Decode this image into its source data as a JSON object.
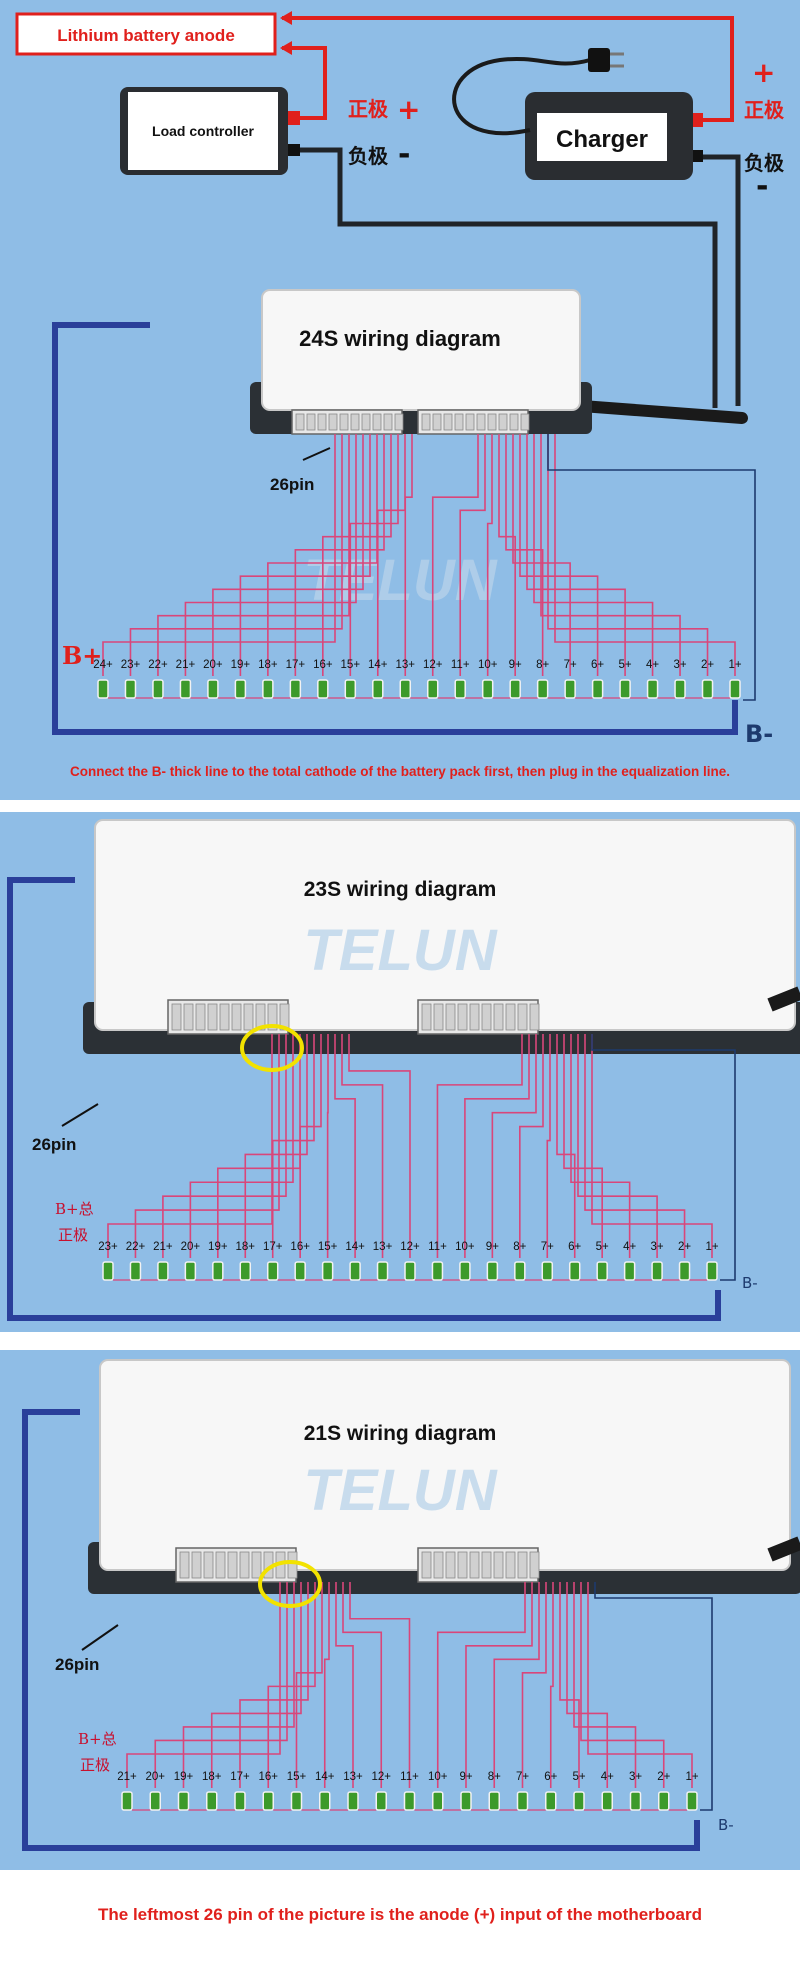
{
  "colors": {
    "panel_bg": "#8fbde6",
    "board": "#f7f7f7",
    "pink": "#d9467a",
    "red": "#e0201c",
    "wire_dark": "#202428",
    "wire_blue": "#2a3f9a",
    "cell": "#3c9a2a"
  },
  "top": {
    "anode_label": "Lithium battery anode",
    "load_controller": "Load controller",
    "charger": "Charger",
    "pos_zh_1": "正极",
    "pos_zh_2": "正极",
    "neg_zh_1": "负极",
    "neg_zh_2": "负极",
    "plus": "+",
    "minus": "-"
  },
  "panels": [
    {
      "title": "24S wiring diagram",
      "watermark": "TELUN",
      "pin_label": "26pin",
      "bplus": "B+",
      "bplus_zh": "",
      "bminus": "B-",
      "cells": 24,
      "cell_labels": [
        "24+",
        "23+",
        "22+",
        "21+",
        "20+",
        "19+",
        "18+",
        "17+",
        "16+",
        "15+",
        "14+",
        "13+",
        "12+",
        "11+",
        "10+",
        "9+",
        "8+",
        "7+",
        "6+",
        "5+",
        "4+",
        "3+",
        "2+",
        "1+"
      ]
    },
    {
      "title": "23S wiring diagram",
      "watermark": "TELUN",
      "pin_label": "26pin",
      "bplus": "B+总",
      "bplus_zh": "正极",
      "bminus": "B-",
      "cells": 23,
      "cell_labels": [
        "23+",
        "22+",
        "21+",
        "20+",
        "19+",
        "18+",
        "17+",
        "16+",
        "15+",
        "14+",
        "13+",
        "12+",
        "11+",
        "10+",
        "9+",
        "8+",
        "7+",
        "6+",
        "5+",
        "4+",
        "3+",
        "2+",
        "1+"
      ]
    },
    {
      "title": "21S wiring diagram",
      "watermark": "TELUN",
      "pin_label": "26pin",
      "bplus": "B+总",
      "bplus_zh": "正极",
      "bminus": "B-",
      "cells": 21,
      "cell_labels": [
        "21+",
        "20+",
        "19+",
        "18+",
        "17+",
        "16+",
        "15+",
        "14+",
        "13+",
        "12+",
        "11+",
        "10+",
        "9+",
        "8+",
        "7+",
        "6+",
        "5+",
        "4+",
        "3+",
        "2+",
        "1+"
      ]
    }
  ],
  "notes": {
    "first": "Connect the B- thick line to the total cathode of the battery pack first, then plug in the equalization line.",
    "bottom": "The leftmost 26 pin of the picture is the anode (+) input of the motherboard"
  }
}
